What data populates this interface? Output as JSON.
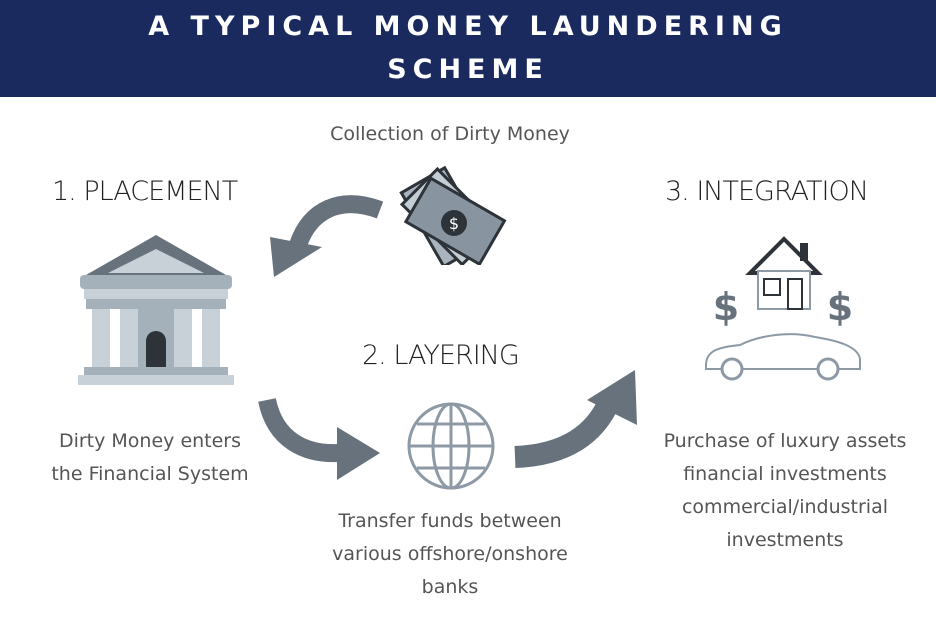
{
  "title": {
    "line1": "A TYPICAL MONEY LAUNDERING",
    "line2": "SCHEME"
  },
  "collection": "Collection of Dirty Money",
  "stages": [
    {
      "label": "1. PLACEMENT",
      "caption": [
        "Dirty Money enters",
        "the Financial System"
      ],
      "icon": "bank-icon"
    },
    {
      "label": "2. LAYERING",
      "caption": [
        "Transfer funds between",
        "various offshore/onshore",
        "banks"
      ],
      "icon": "globe-icon"
    },
    {
      "label": "3. INTEGRATION",
      "caption": [
        "Purchase of luxury assets",
        "financial investments",
        "commercial/industrial",
        "investments"
      ],
      "icon": "house-car-icon"
    }
  ],
  "colors": {
    "header": "#1b2a5e",
    "arrow": "#67727c",
    "icon": "#8d9aa6"
  }
}
